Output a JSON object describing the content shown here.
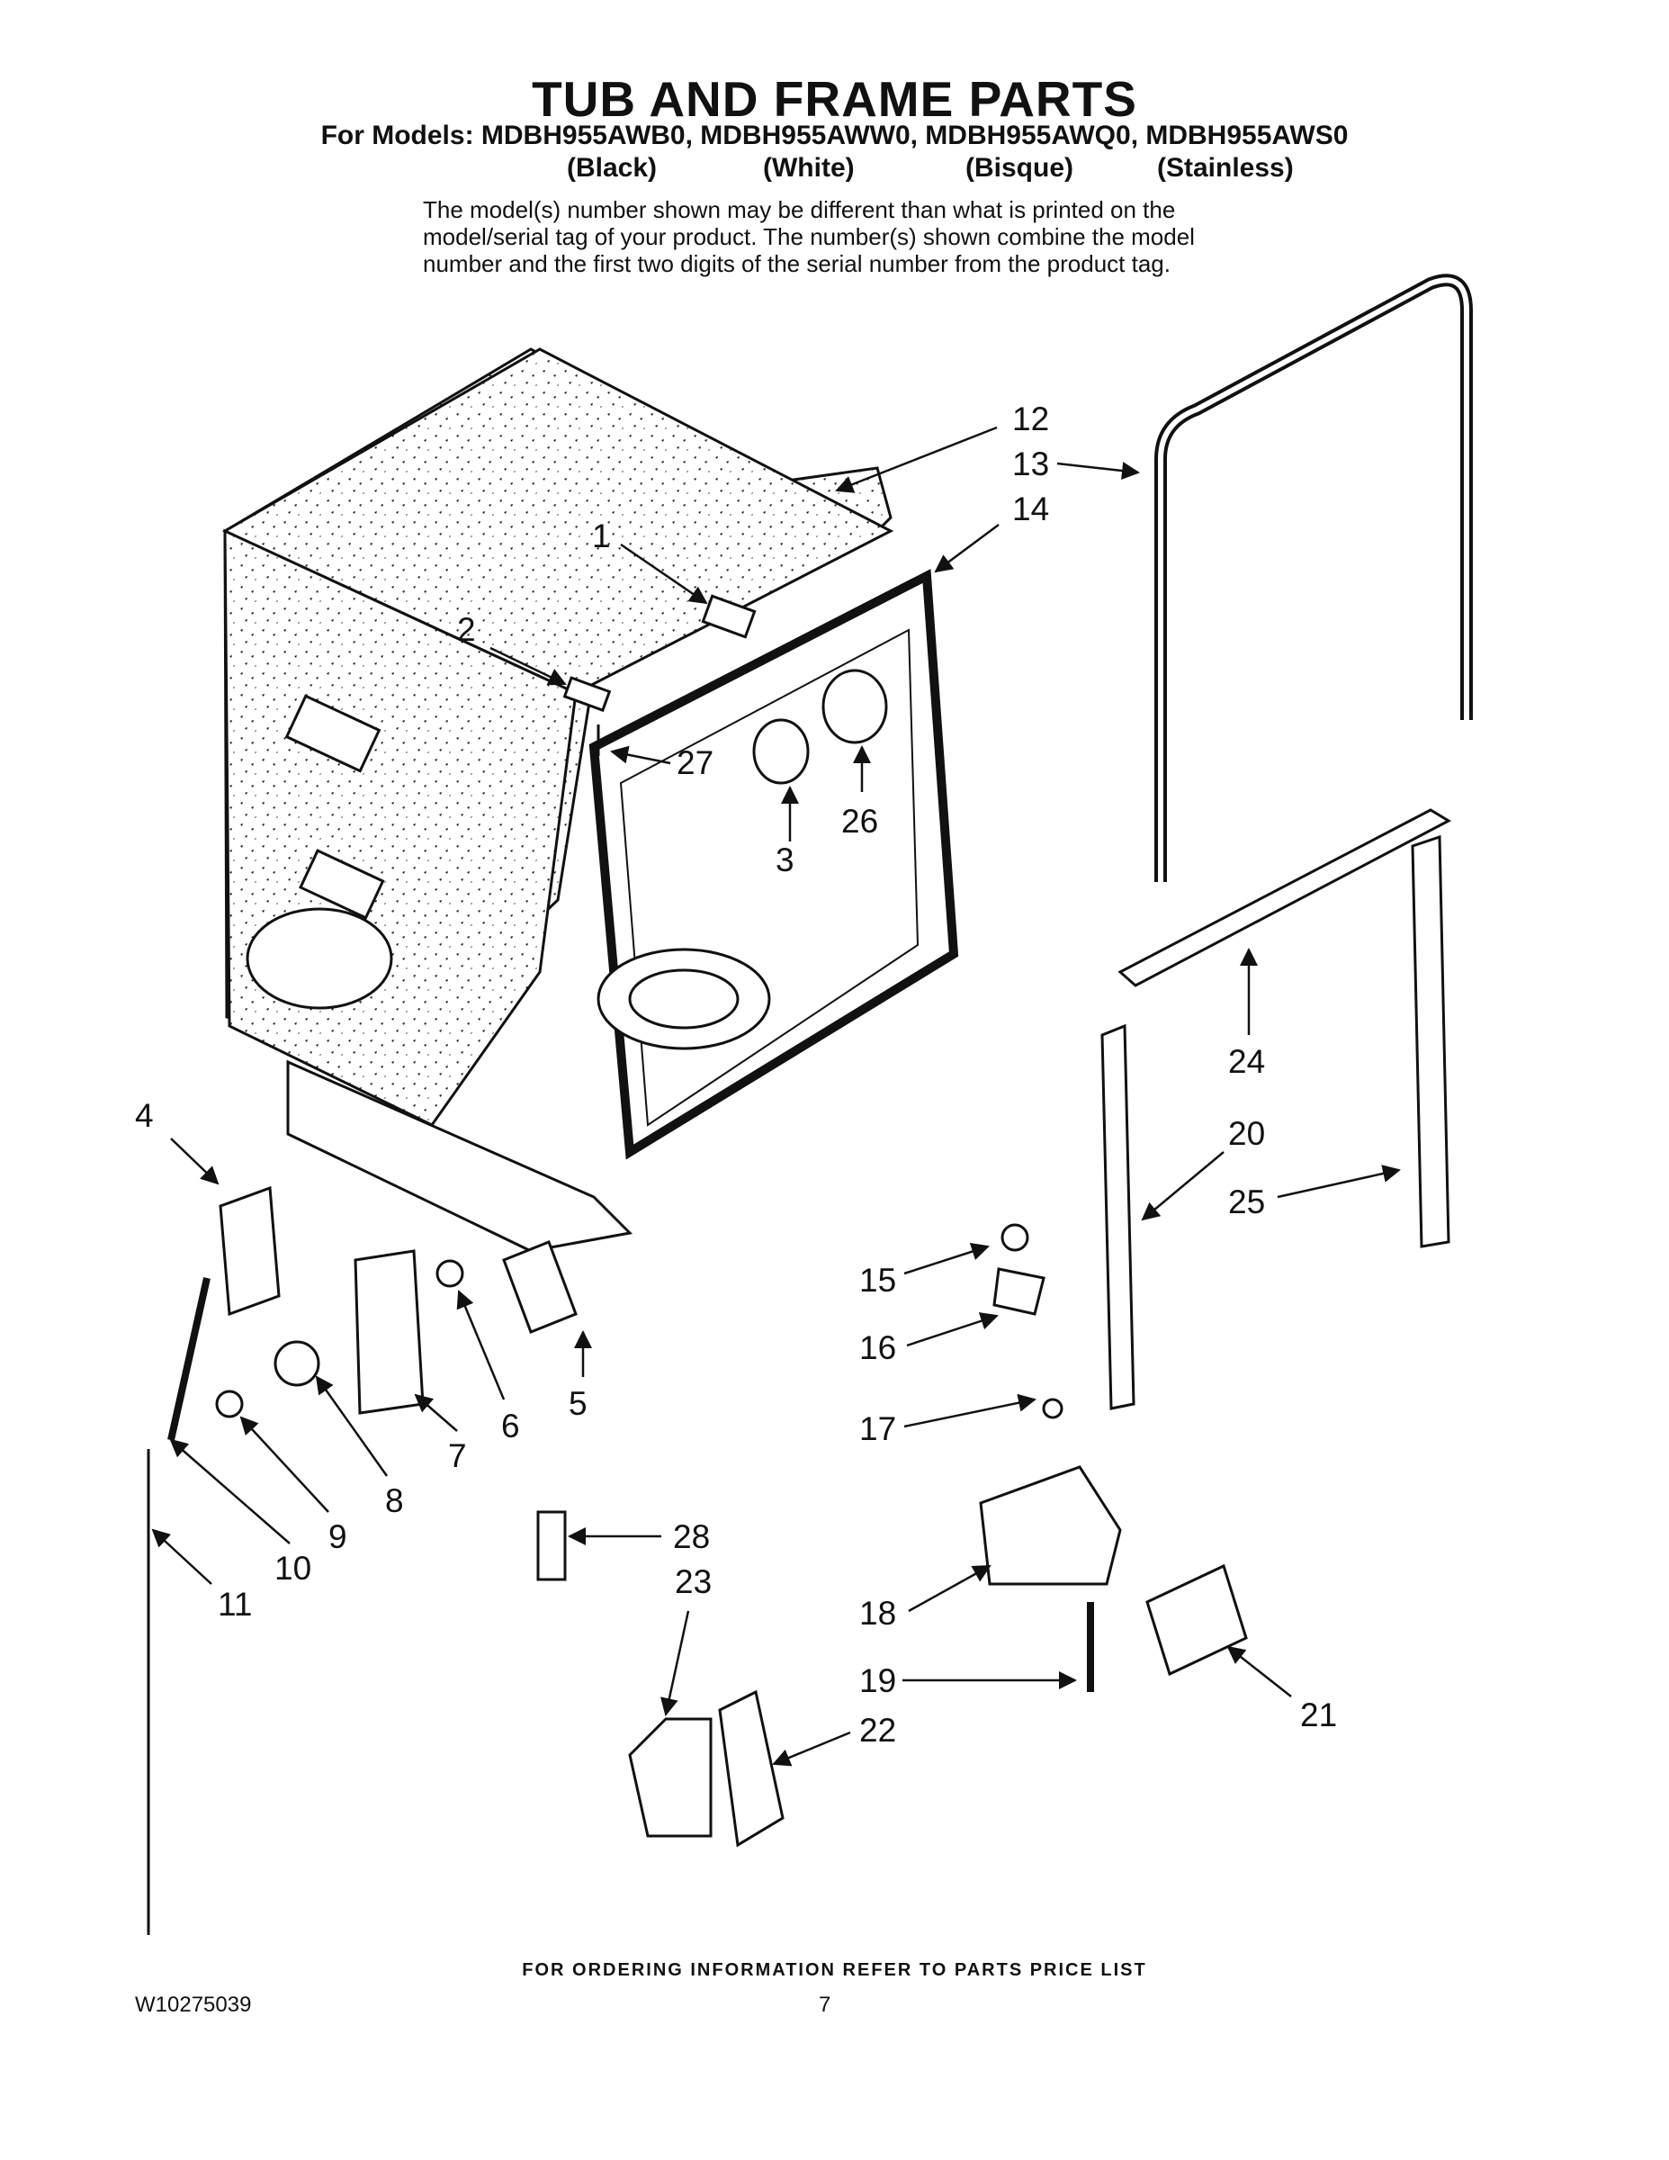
{
  "title": "TUB AND FRAME PARTS",
  "models_line": "For Models: MDBH955AWB0, MDBH955AWW0, MDBH955AWQ0, MDBH955AWS0",
  "model_colors": [
    "(Black)",
    "(White)",
    "(Bisque)",
    "(Stainless)"
  ],
  "note_lines": [
    "The model(s) number shown may be different than what is printed on the",
    "model/serial tag of your product. The number(s) shown combine the model",
    "number and the first two digits of the serial number from the product tag."
  ],
  "callouts": [
    "1",
    "2",
    "3",
    "4",
    "5",
    "6",
    "7",
    "8",
    "9",
    "10",
    "11",
    "12",
    "13",
    "14",
    "15",
    "16",
    "17",
    "18",
    "19",
    "20",
    "21",
    "22",
    "23",
    "24",
    "25",
    "26",
    "27",
    "28"
  ],
  "footer": {
    "ordering_info": "FOR ORDERING INFORMATION REFER TO PARTS PRICE LIST",
    "doc_number": "W10275039",
    "page_number": "7"
  }
}
